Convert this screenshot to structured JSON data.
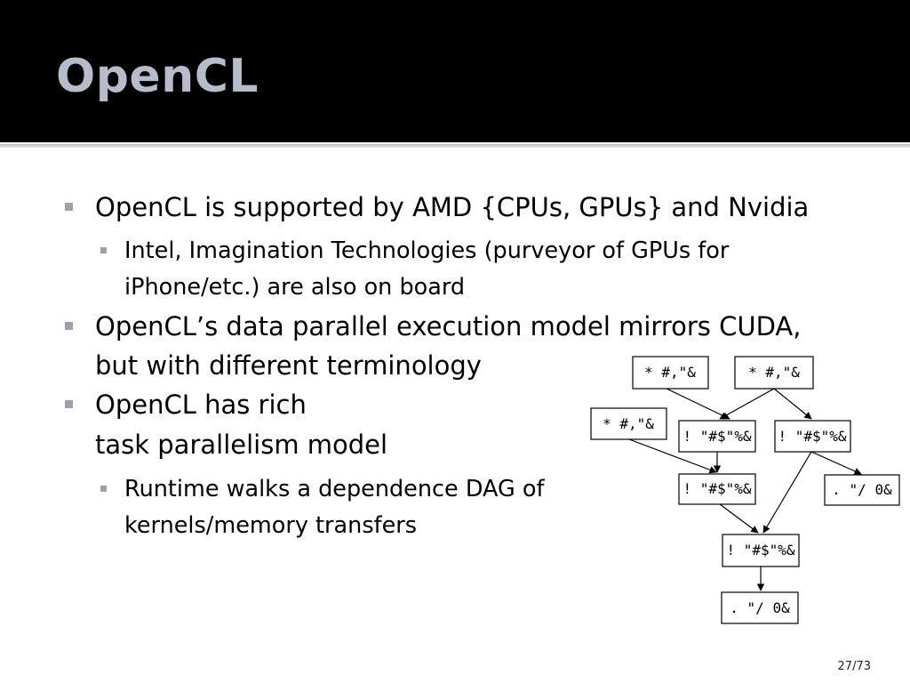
{
  "slide": {
    "title": "OpenCL",
    "page_number": "27/73"
  },
  "bullets": {
    "b1": "OpenCL is supported by AMD {CPUs, GPUs} and Nvidia",
    "b1_sub1_line1": "Intel, Imagination Technologies (purveyor of GPUs for",
    "b1_sub1_line2": "iPhone/etc.) are also on board",
    "b2_line1": "OpenCL’s data parallel execution model mirrors CUDA,",
    "b2_line2": "but with different terminology",
    "b3_line1": "OpenCL has rich",
    "b3_line2": "task parallelism model",
    "b3_sub1_line1": "Runtime walks a dependence DAG of",
    "b3_sub1_line2": "kernels/memory transfers"
  },
  "dag": {
    "nodes": [
      {
        "id": "n1",
        "label": "* #,\"&"
      },
      {
        "id": "n2",
        "label": "* #,\"&"
      },
      {
        "id": "n3",
        "label": "* #,\"&"
      },
      {
        "id": "n4",
        "label": "! \"#$\"%&"
      },
      {
        "id": "n5",
        "label": "! \"#$\"%&"
      },
      {
        "id": "n6",
        "label": "! \"#$\"%&"
      },
      {
        "id": "n7",
        "label": ". \"/ 0&"
      },
      {
        "id": "n8",
        "label": "! \"#$\"%&"
      },
      {
        "id": "n9",
        "label": ". \"/ 0&"
      }
    ]
  }
}
